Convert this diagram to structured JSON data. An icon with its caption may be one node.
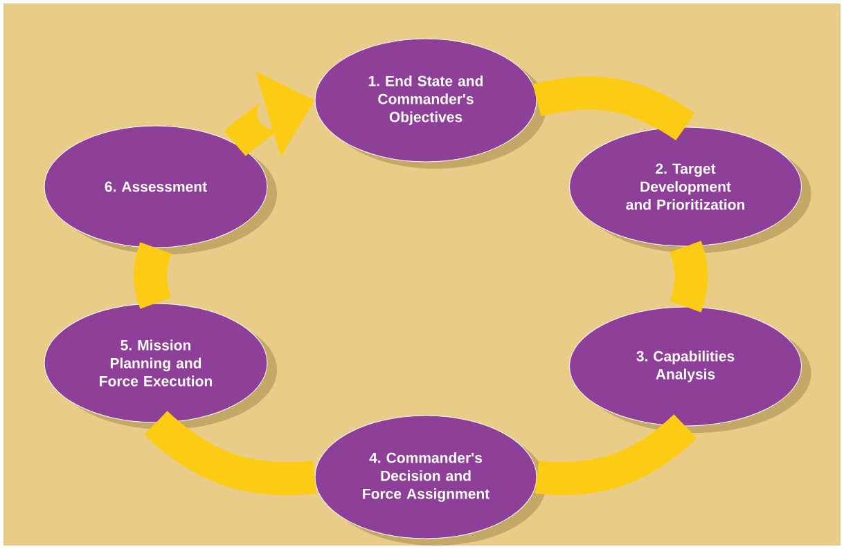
{
  "diagram": {
    "nodes": [
      {
        "text": [
          "1. End State and Commander's Objectives"
        ]
      },
      {
        "text": [
          "2. Target Development and Prioritization"
        ]
      },
      {
        "text": [
          "3. Capabilities Analysis"
        ]
      },
      {
        "text": [
          "4. Commander's Decision and Force Assignment"
        ]
      },
      {
        "text": [
          "5. Mission Planning and Force Execution"
        ]
      },
      {
        "text": [
          "6. Assessment"
        ]
      }
    ],
    "edges": [
      {
        "from": 0,
        "to": 1,
        "arrow": "none"
      },
      {
        "from": 1,
        "to": 2,
        "arrow": "none"
      },
      {
        "from": 2,
        "to": 3,
        "arrow": "none"
      },
      {
        "from": 3,
        "to": 4,
        "arrow": "none"
      },
      {
        "from": 4,
        "to": 5,
        "arrow": "none"
      },
      {
        "from": 5,
        "to": 0,
        "arrow": "to"
      }
    ]
  }
}
